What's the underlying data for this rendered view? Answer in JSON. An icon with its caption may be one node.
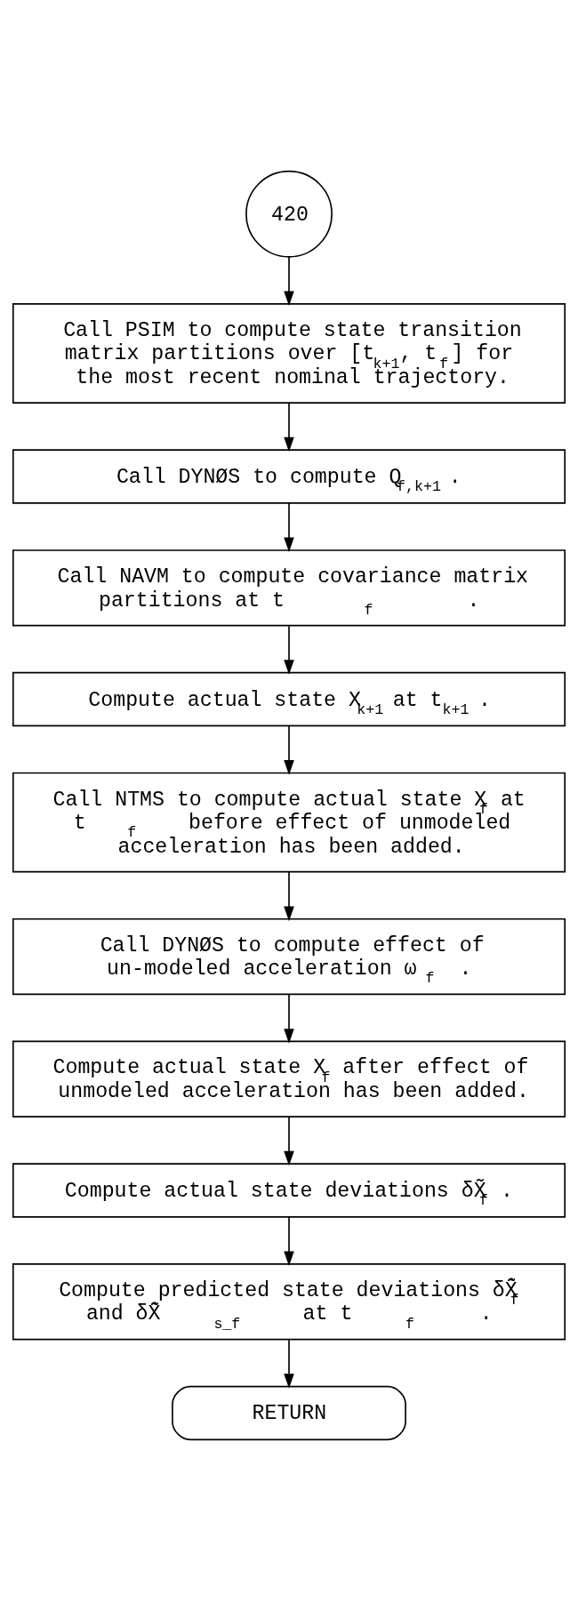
{
  "diagram": {
    "nodes": [
      {
        "text": [
          "420"
        ]
      },
      {
        "text": [
          "Call PSIM to compute state transition matrix partitions over [t$_{k+1}$, t$_{f}$] for the most recent nominal trajectory."
        ]
      },
      {
        "text": [
          "Call DYNØS to compute Q$_{f,k+1}$ ."
        ]
      },
      {
        "text": [
          "Call NAVM to compute covariance matrix partitions at t$_{f}$ ."
        ]
      },
      {
        "text": [
          "Compute actual state X$_{k+1}$ at t$_{k+1}$ ."
        ]
      },
      {
        "text": [
          "Call NTMS to compute actual state X$_{f}$ at t$_{f}$ before effect of unmodeled acceleration has been added."
        ]
      },
      {
        "text": [
          "Call DYNØS to compute effect of un-modeled acceleration ω$_{f}$ ."
        ]
      },
      {
        "text": [
          "Compute actual state X$_{f}$ after effect of unmodeled acceleration has been added."
        ]
      },
      {
        "text": [
          "Compute actual state deviations δX̃$_{f}$ ."
        ]
      },
      {
        "text": [
          "Compute predicted state deviations δX̃̂$_{f}$ and δX̃̂$_{s_f}$ at t$_{f}$ ."
        ]
      },
      {
        "text": [
          "RETURN"
        ]
      }
    ],
    "edges": [
      {
        "from": 0,
        "to": 1,
        "arrow": "to"
      },
      {
        "from": 1,
        "to": 2,
        "arrow": "to"
      },
      {
        "from": 2,
        "to": 3,
        "arrow": "to"
      },
      {
        "from": 3,
        "to": 4,
        "arrow": "to"
      },
      {
        "from": 4,
        "to": 5,
        "arrow": "to"
      },
      {
        "from": 5,
        "to": 6,
        "arrow": "to"
      },
      {
        "from": 6,
        "to": 7,
        "arrow": "to"
      },
      {
        "from": 7,
        "to": 8,
        "arrow": "to"
      },
      {
        "from": 8,
        "to": 9,
        "arrow": "to"
      },
      {
        "from": 9,
        "to": 10,
        "arrow": "to"
      }
    ]
  }
}
